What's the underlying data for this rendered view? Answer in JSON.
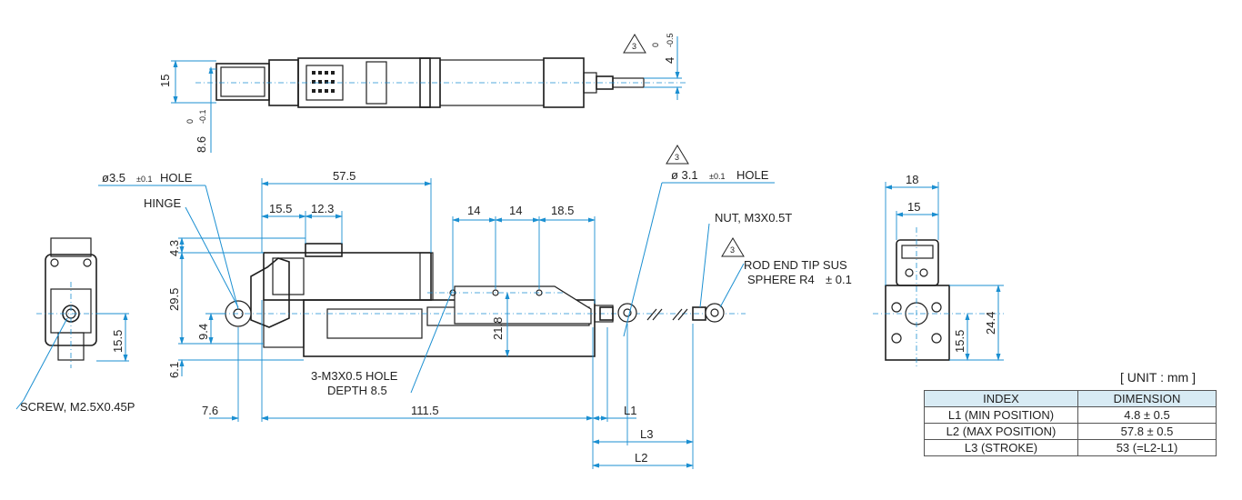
{
  "top_view": {
    "dims": {
      "height": "15",
      "tol_upper": "0",
      "tol_lower": "-0.1",
      "base": "8.6",
      "rod_tol_upper": "0",
      "rod_tol_lower": "-0.5",
      "rod": "4"
    },
    "triangle_note": "3"
  },
  "side_view": {
    "hole_note": {
      "prefix": "ø3.5",
      "tol": "±0.1",
      "suffix": "HOLE"
    },
    "hinge_label": "HINGE",
    "dims": {
      "overall_top": "57.5",
      "seg1": "15.5",
      "seg2": "12.3",
      "h_top": "4.3",
      "h_main": "29.5",
      "h_pin": "9.4",
      "h_bottom": "6.1",
      "left_offset": "7.6",
      "length": "111.5",
      "pitch1": "14",
      "pitch2": "14",
      "pitch3": "18.5",
      "height_holes": "21.8"
    },
    "tapped_hole_note": {
      "line1": "3-M3X0.5 HOLE",
      "line2": "DEPTH 8.5"
    }
  },
  "rod_end": {
    "triangle_note_hole": "3",
    "hole_note": {
      "prefix": "ø 3.1",
      "tol": "±0.1",
      "suffix": "HOLE"
    },
    "nut_note": "NUT, M3X0.5T",
    "triangle_note_tip": "3",
    "tip_note": {
      "line1": "ROD END TIP SUS",
      "line2": "SPHERE R4",
      "tol": "± 0.1"
    },
    "dims": {
      "l1": "L1",
      "l2": "L2",
      "l3": "L3"
    }
  },
  "left_view": {
    "dims": {
      "h": "15.5"
    },
    "screw_note": "SCREW, M2.5X0.45P"
  },
  "right_view": {
    "dims": {
      "w_outer": "18",
      "w_inner": "15",
      "h_low": "15.5",
      "h_total": "24.4"
    }
  },
  "unit_label": "[ UNIT : mm ]",
  "table": {
    "headers": [
      "INDEX",
      "DIMENSION"
    ],
    "rows": [
      {
        "index": "L1 (MIN POSITION)",
        "dimension": "4.8 ± 0.5"
      },
      {
        "index": "L2 (MAX POSITION)",
        "dimension": "57.8 ± 0.5"
      },
      {
        "index": "L3 (STROKE)",
        "dimension": "53 (=L2-L1)"
      }
    ]
  },
  "colors": {
    "dimension": "#1b8fd1",
    "outline": "#1f1f1f",
    "table_header": "#d8ebf4"
  }
}
